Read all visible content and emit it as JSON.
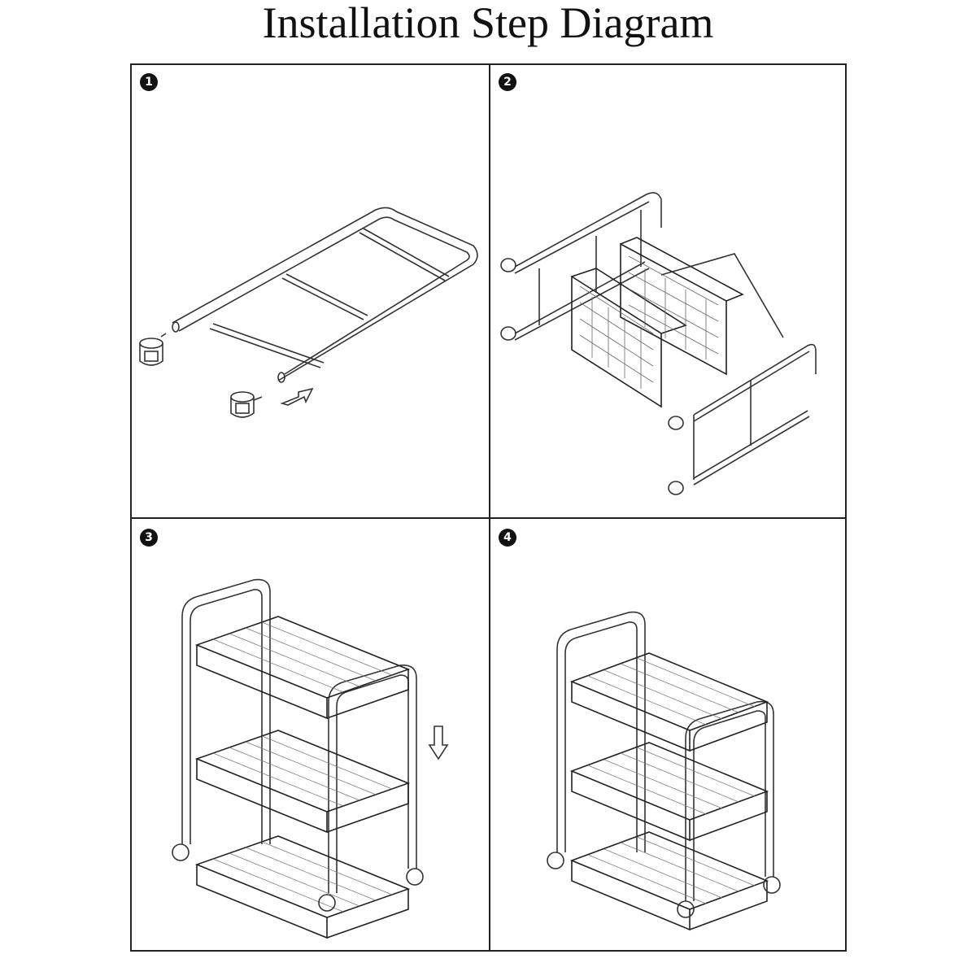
{
  "title": "Installation Step Diagram",
  "steps": [
    {
      "number": "1"
    },
    {
      "number": "2"
    },
    {
      "number": "3"
    },
    {
      "number": "4"
    }
  ]
}
